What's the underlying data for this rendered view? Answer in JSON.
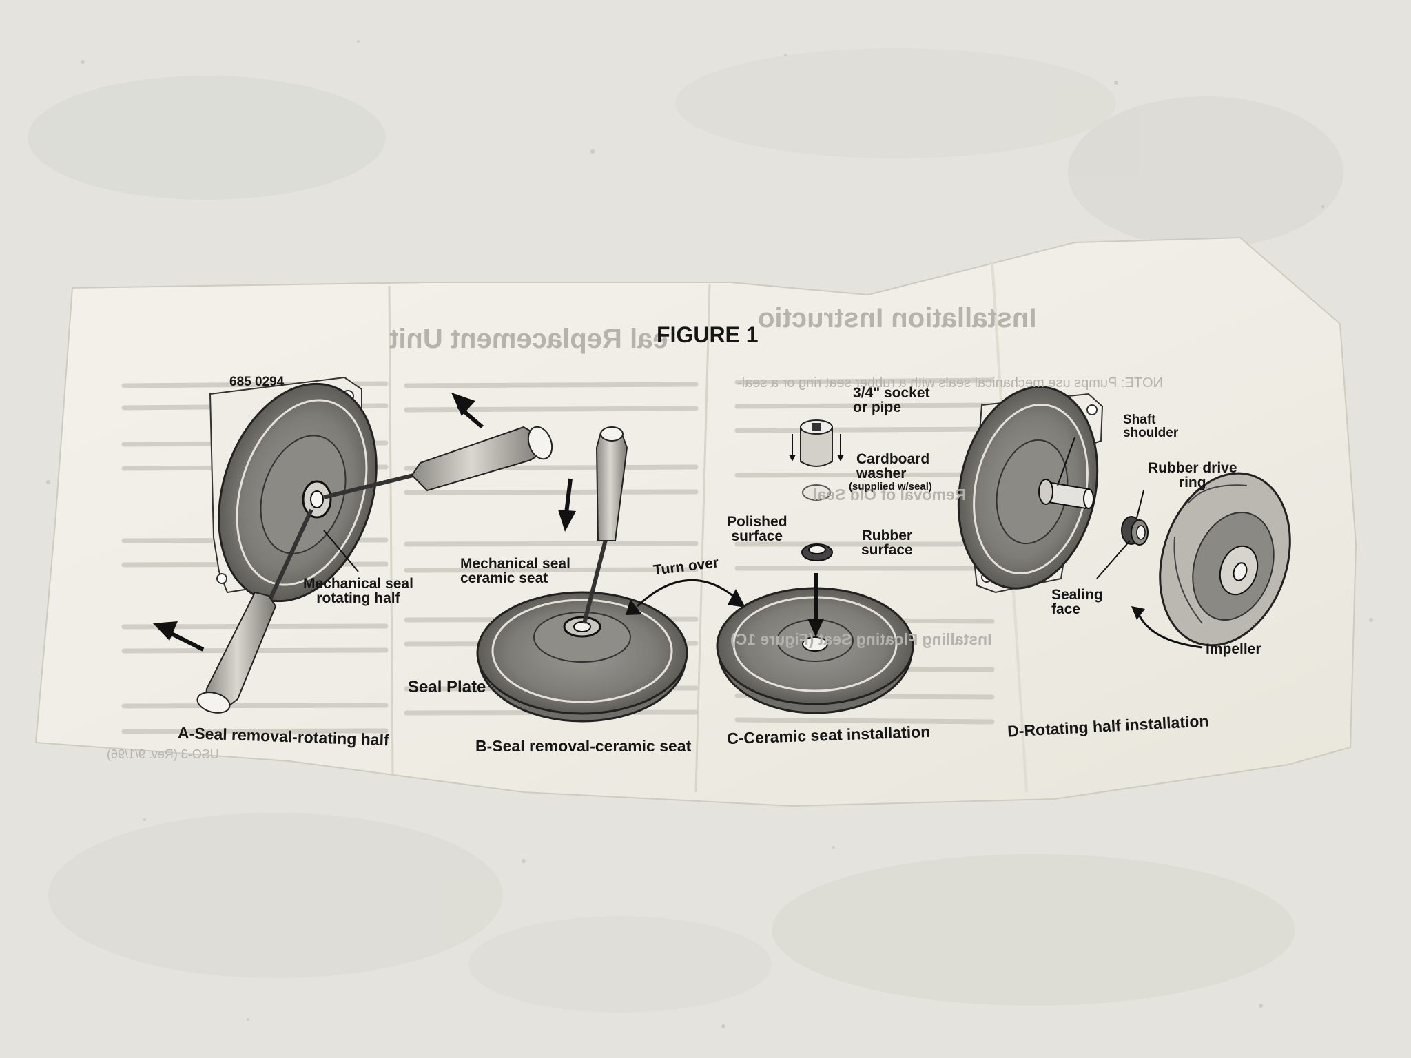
{
  "figure": {
    "title": "FIGURE 1",
    "part_number": "685 0294"
  },
  "labels": {
    "mech_seal_rotating": "Mechanical seal\nrotating half",
    "mech_seal_ceramic": "Mechanical seal\nceramic seat",
    "seal_plate": "Seal Plate",
    "turn_over": "Turn over",
    "socket": "3/4\" socket\nor pipe",
    "cardboard": "Cardboard\nwasher",
    "supplied": "(supplied w/seal)",
    "polished": "Polished\nsurface",
    "rubber_surface": "Rubber\nsurface",
    "shaft_shoulder": "Shaft\nshoulder",
    "rubber_drive": "Rubber drive\nring",
    "sealing_face": "Sealing\nface",
    "impeller": "Impeller"
  },
  "captions": {
    "a": "A-Seal removal-rotating half",
    "b": "B-Seal removal-ceramic seat",
    "c": "C-Ceramic seat installation",
    "d": "D-Rotating half installation"
  },
  "bleed_through": {
    "heading_left": "eal Replacement Unit",
    "heading_right": "Installation Instructio",
    "note": "NOTE: Pumps use mechanical seals with a rubber seat ring or a seal-",
    "section_removal": "Removal of Old Seal",
    "section_install": "Installing Floating Seat (Figure 1C)",
    "footer_code": "USO-3 (Rev. 9/1/96)"
  }
}
